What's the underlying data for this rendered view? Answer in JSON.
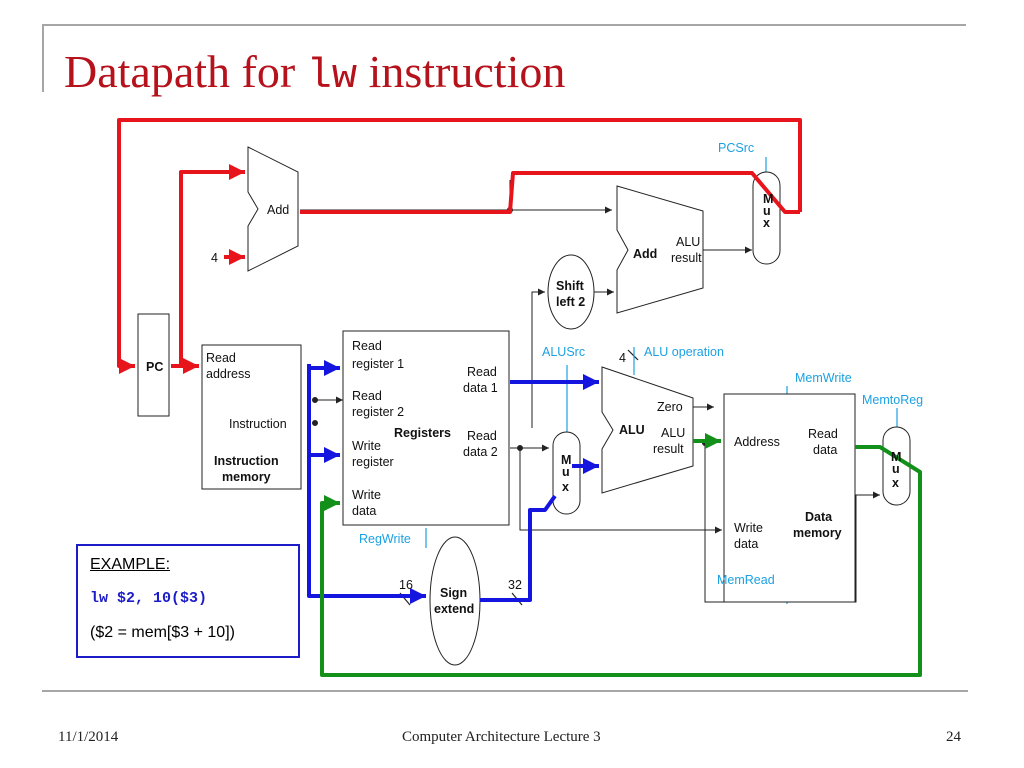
{
  "title": {
    "prefix": "Datapath for ",
    "code": "lw",
    "suffix": " instruction"
  },
  "footer": {
    "date": "11/1/2014",
    "course": "Computer Architecture Lecture 3",
    "page": "24"
  },
  "example": {
    "heading": "EXAMPLE:",
    "code": "lw $2, 10($3)",
    "meaning": "($2 = mem[$3 + 10])"
  },
  "diagram": {
    "pc": "PC",
    "add_top": "Add",
    "const_four": "4",
    "imem_read": "Read",
    "imem_address": "address",
    "imem_instruction": "Instruction",
    "imem_name1": "Instruction",
    "imem_name2": "memory",
    "reg_read1a": "Read",
    "reg_read1b": "register 1",
    "reg_read2a": "Read",
    "reg_read2b": "register 2",
    "reg_writea": "Write",
    "reg_writeb": "register",
    "reg_wdataa": "Write",
    "reg_wdatab": "data",
    "reg_name": "Registers",
    "reg_rd1a": "Read",
    "reg_rd1b": "data 1",
    "reg_rd2a": "Read",
    "reg_rd2b": "data 2",
    "shift1": "Shift",
    "shift2": "left 2",
    "add_branch": "Add",
    "add_branch_res1": "ALU",
    "add_branch_res2": "result",
    "mux_m": "M",
    "mux_u": "u",
    "mux_x": "x",
    "alu": "ALU",
    "alu_zero": "Zero",
    "alu_res1": "ALU",
    "alu_res2": "result",
    "sign1": "Sign",
    "sign2": "extend",
    "bits16": "16",
    "bits32": "32",
    "dmem_address": "Address",
    "dmem_read1": "Read",
    "dmem_read2": "data",
    "dmem_write1": "Write",
    "dmem_write2": "data",
    "dmem_name1": "Data",
    "dmem_name2": "memory",
    "bus_width": "4",
    "ctl_pcsrc": "PCSrc",
    "ctl_alusrc": "ALUSrc",
    "ctl_aluop": "ALU operation",
    "ctl_memwrite": "MemWrite",
    "ctl_memtoreg": "MemtoReg",
    "ctl_regwrite": "RegWrite",
    "ctl_memread": "MemRead"
  },
  "colors": {
    "title": "#b5121b",
    "pc_path": "#e8141b",
    "register_path": "#1515e0",
    "writeback_path": "#12901a",
    "control": "#1ba1e2"
  }
}
